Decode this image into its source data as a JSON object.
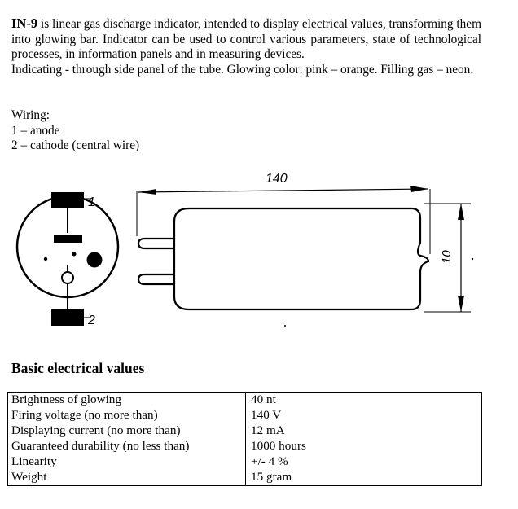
{
  "intro": {
    "device_name": "IN-9",
    "text_1": " is linear gas discharge indicator, intended to display electrical values, transforming them into glowing bar. Indicator can be used to control various parameters, state of technological processes, in information panels and in measuring devices.",
    "text_2": "Indicating - through side panel of the tube. Glowing color:  pink – orange. Filling gas – neon."
  },
  "wiring": {
    "title": "Wiring:",
    "items": [
      "1 – anode",
      "2 – cathode (central wire)"
    ]
  },
  "drawing": {
    "pin_label_1": "1",
    "pin_label_2": "2",
    "length_label": "140",
    "diameter_label": "10"
  },
  "specs": {
    "title": "Basic electrical values",
    "rows": [
      {
        "param": "Brightness of glowing",
        "value": "40 nt"
      },
      {
        "param": "Firing voltage (no more than)",
        "value": "140 V"
      },
      {
        "param": "Displaying current (no more than)",
        "value": "12 mA"
      },
      {
        "param": "Guaranteed durability (no less than)",
        "value": "1000 hours"
      },
      {
        "param": "Linearity",
        "value": "+/- 4 %"
      },
      {
        "param": "Weight",
        "value": "15 gram"
      }
    ]
  }
}
